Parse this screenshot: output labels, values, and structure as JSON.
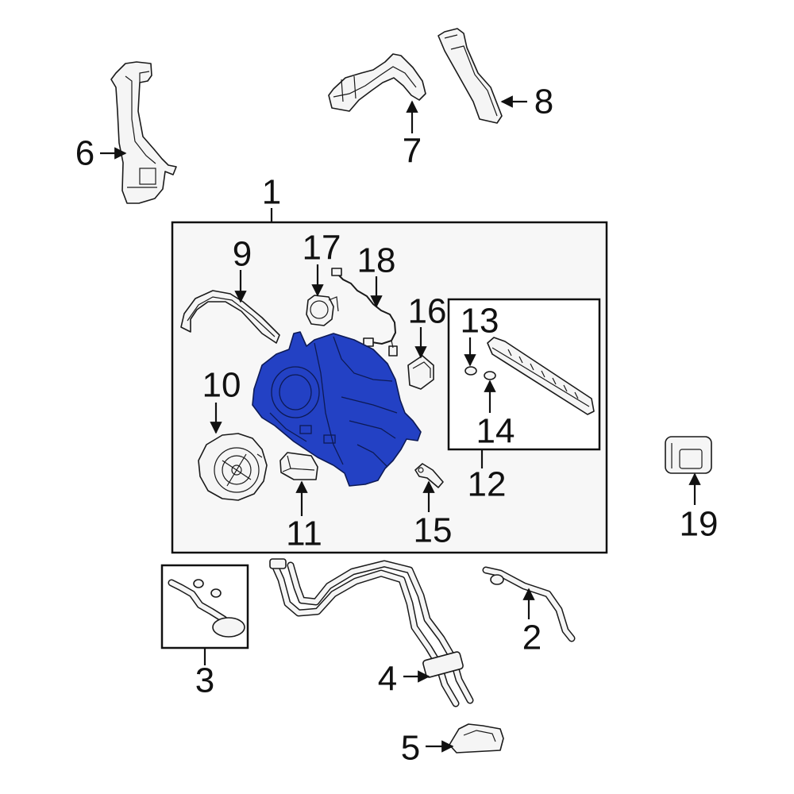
{
  "callouts": {
    "c1": "1",
    "c2": "2",
    "c3": "3",
    "c4": "4",
    "c5": "5",
    "c6": "6",
    "c7": "7",
    "c8": "8",
    "c9": "9",
    "c10": "10",
    "c11": "11",
    "c12": "12",
    "c13": "13",
    "c14": "14",
    "c15": "15",
    "c16": "16",
    "c17": "17",
    "c18": "18",
    "c19": "19"
  },
  "colors": {
    "highlight": "#2341c4",
    "outline": "#1a1a1a",
    "part_fill": "#f5f5f5",
    "frame_fill": "#f7f7f7"
  }
}
